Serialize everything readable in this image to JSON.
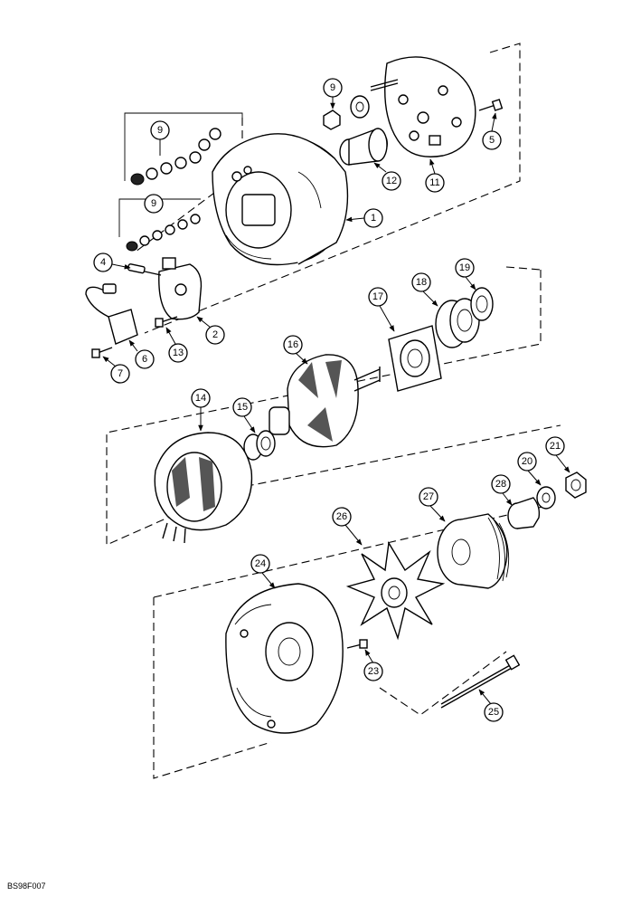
{
  "figure_code": "BS98F007",
  "callouts": [
    "1",
    "2",
    "4",
    "5",
    "6",
    "7",
    "9",
    "9",
    "9",
    "11",
    "12",
    "13",
    "14",
    "15",
    "16",
    "17",
    "18",
    "19",
    "20",
    "21",
    "23",
    "24",
    "25",
    "26",
    "27",
    "28"
  ]
}
